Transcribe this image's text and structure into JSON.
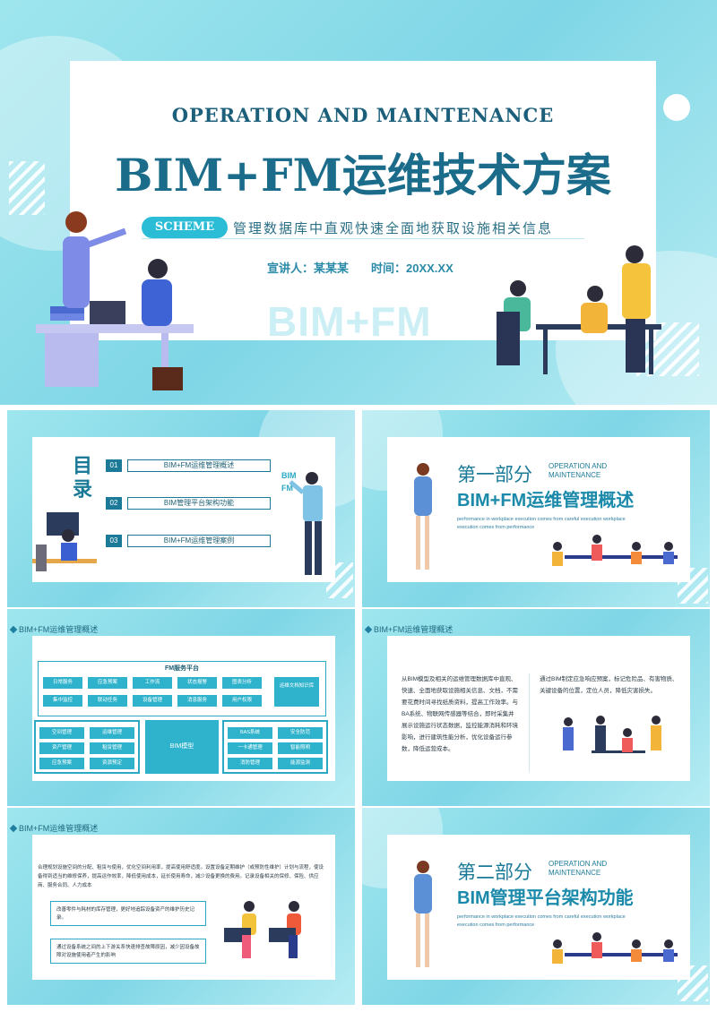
{
  "slide1": {
    "english_title": "OPERATION AND MAINTENANCE",
    "title_part1": "BIM+FM",
    "title_part2": "运维技术方案",
    "badge": "SCHEME",
    "subtitle": "管理数据库中直观快速全面地获取设施相关信息",
    "presenter": "宣讲人：某某某",
    "time": "时间：20XX.XX",
    "watermark": "BIM+FM"
  },
  "slide2": {
    "title": "目录",
    "items": [
      {
        "num": "01",
        "label": "BIM+FM运维管理概述"
      },
      {
        "num": "02",
        "label": "BIM管理平台架构功能"
      },
      {
        "num": "03",
        "label": "BIM+FM运维管理案例"
      }
    ],
    "side_label_1": "BIM",
    "side_label_2": "FM"
  },
  "slide3": {
    "part": "第一部分",
    "en_1": "OPERATION AND",
    "en_2": "MAINTENANCE",
    "title": "BIM+FM运维管理概述",
    "desc": "performance in workplace execution comes from careful execution workplace execution comes from performance"
  },
  "slide4": {
    "header": "BIM+FM运维管理概述",
    "platform_title": "FM服务平台",
    "row1": [
      "日常服务",
      "应急预案",
      "工作流",
      "状态报警",
      "图表分析"
    ],
    "row2": [
      "集中监控",
      "联动任务",
      "设备管理",
      "消息服务",
      "用户权限"
    ],
    "right_cell": "运维文档知识库",
    "left_block": [
      "空间管理",
      "运维管理",
      "资产管理",
      "租赁管理",
      "应急预案",
      "资源预定"
    ],
    "center": "BIM模型",
    "right_block": [
      "BAS系统",
      "安全防范",
      "一卡通管理",
      "智能照明",
      "消防管理",
      "能源监测"
    ]
  },
  "slide5": {
    "header": "BIM+FM运维管理概述",
    "left_text": "从BIM模型及相关的运维管理数据库中直观、快速、全面地获取设施相关信息、文档，不需要花费时间寻找纸质资料，提高工作效率。与BA系统、物联网传感器等结合，即时采集并展示设施运行状态数据，监控能源消耗和环境影响，进行建筑性能分析，优化设备运行参数，降低运营成本。",
    "right_text": "通过BIM制定应急响应预案，标记危险品、有害物质、关键设备的位置，定位人员，降低灾害损失。"
  },
  "slide6": {
    "header": "BIM+FM运维管理概述",
    "paragraph": "合理规划设施空间的分配、租赁与使用，优化空间利用率，提高使用舒适度。设置设备定期维护（或预防性维护）计划与流程，使设备得到适当的维修保养，提高运作效率，降低使用成本，延长使用寿命，减少设备更换的费用。记录设备相关的保修、保险、供应商、服务合同、人力成本",
    "box1": "改善零件与耗材的库存管理，更好地追踪设备资产的维护历史记录。",
    "box2": "通过设备系统之间的上下游关系快速排查故障原因，减少因设备故障对设施使用者产生的影响"
  },
  "slide7": {
    "part": "第二部分",
    "en_1": "OPERATION AND",
    "en_2": "MAINTENANCE",
    "title": "BIM管理平台架构功能",
    "desc": "performance in workplace execution comes from careful execution workplace execution comes from performance"
  },
  "colors": {
    "accent": "#2fb3cc",
    "dark_teal": "#1b7a98",
    "background": "#9fe6ee"
  }
}
